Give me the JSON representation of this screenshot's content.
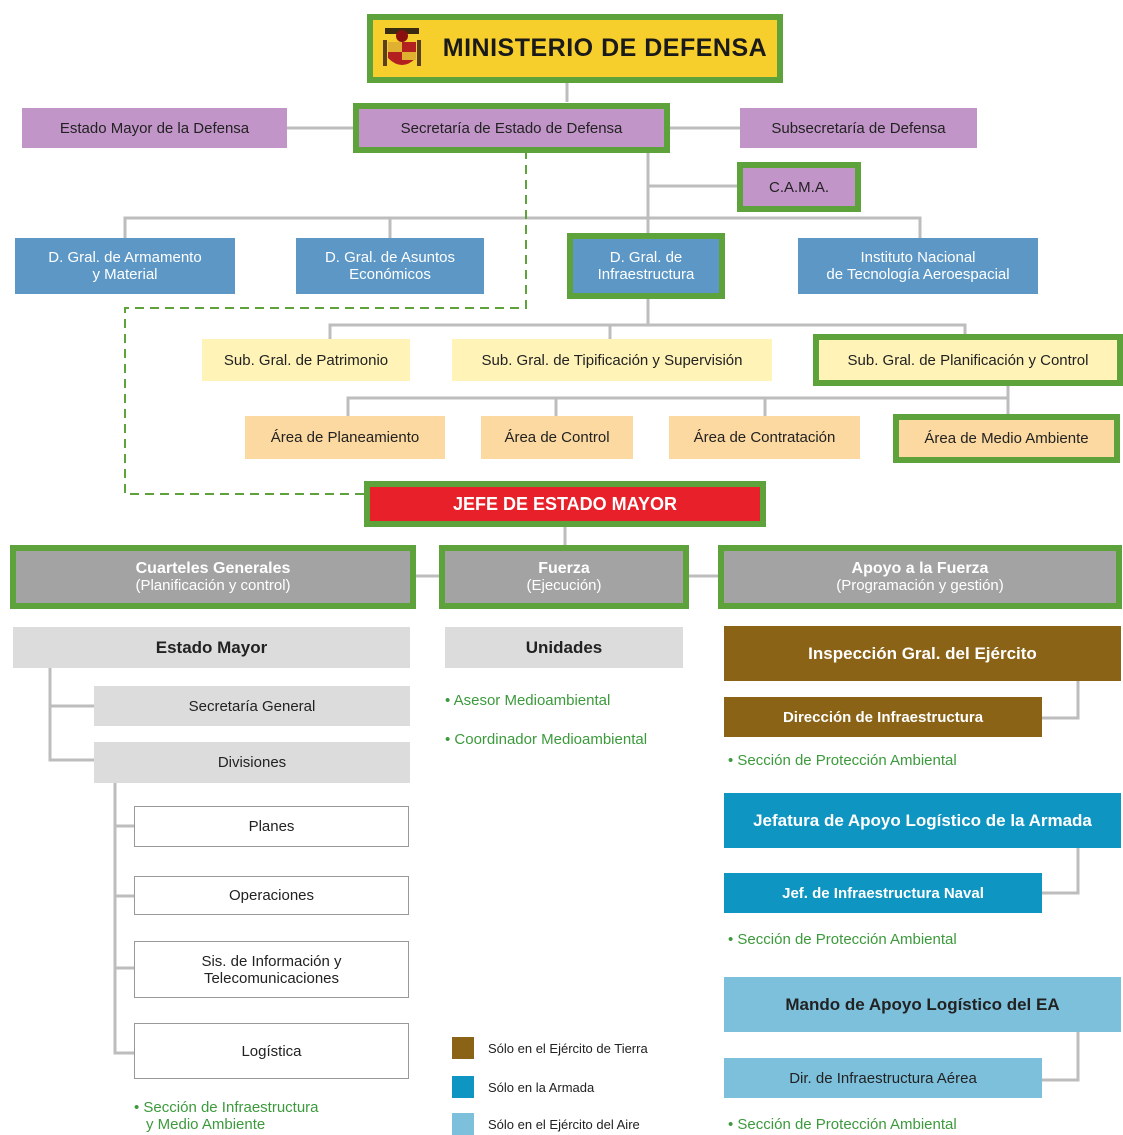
{
  "top": {
    "title": "MINISTERIO DE DEFENSA"
  },
  "level1": {
    "left": "Estado Mayor de la Defensa",
    "center": "Secretaría de Estado de Defensa",
    "right": "Subsecretaría de Defensa",
    "cama": "C.A.M.A."
  },
  "dgs": {
    "armamento": [
      "D. Gral. de Armamento",
      "y Material"
    ],
    "asuntos": [
      "D. Gral. de Asuntos",
      "Económicos"
    ],
    "infra": [
      "D. Gral. de",
      "Infraestructura"
    ],
    "instituto": [
      "Instituto Nacional",
      "de Tecnología Aeroespacial"
    ]
  },
  "subgrales": {
    "patrimonio": "Sub. Gral. de Patrimonio",
    "tipificacion": "Sub. Gral. de Tipificación y Supervisión",
    "planificacion": "Sub. Gral. de Planificación y Control"
  },
  "areas": {
    "planeamiento": "Área de Planeamiento",
    "control": "Área de Control",
    "contratacion": "Área de Contratación",
    "medio_ambiente": "Área de Medio Ambiente"
  },
  "jefe": "JEFE DE ESTADO MAYOR",
  "columns": {
    "cuarteles": {
      "title": "Cuarteles Generales",
      "subtitle": "(Planificación y control)"
    },
    "fuerza": {
      "title": "Fuerza",
      "subtitle": "(Ejecución)"
    },
    "apoyo": {
      "title": "Apoyo a la Fuerza",
      "subtitle": "(Programación y gestión)"
    }
  },
  "estado_mayor": {
    "title": "Estado Mayor",
    "secretaria": "Secretaría General",
    "divisiones": "Divisiones",
    "planes": "Planes",
    "operaciones": "Operaciones",
    "sis": [
      "Sis. de Información y",
      "Telecomunicaciones"
    ],
    "logistica": "Logística",
    "note": [
      "• Sección de Infraestructura",
      "y Medio Ambiente"
    ]
  },
  "unidades": {
    "title": "Unidades",
    "note1": "• Asesor Medioambiental",
    "note2": "• Coordinador Medioambiental"
  },
  "apoyo_items": {
    "inspeccion": "Inspección Gral. del Ejército",
    "direccion": "Dirección de Infraestructura",
    "note1": "• Sección de Protección Ambiental",
    "jefatura": "Jefatura de Apoyo Logístico de la Armada",
    "jef_infra": "Jef. de Infraestructura Naval",
    "note2": "• Sección de Protección Ambiental",
    "mando": "Mando de Apoyo Logístico del EA",
    "dir_aerea": "Dir. de Infraestructura Aérea",
    "note3": "• Sección de Protección Ambiental"
  },
  "legend": {
    "tierra": {
      "label": "Sólo en el Ejército de Tierra",
      "color": "#8a6317"
    },
    "armada": {
      "label": "Sólo en la Armada",
      "color": "#0f95c2"
    },
    "aire": {
      "label": "Sólo en el Ejército del Aire",
      "color": "#7cc0dc"
    }
  },
  "colors": {
    "highlight": "#5da23a",
    "jefe": "#e8202a",
    "ministerio": "#f7cf2d"
  }
}
